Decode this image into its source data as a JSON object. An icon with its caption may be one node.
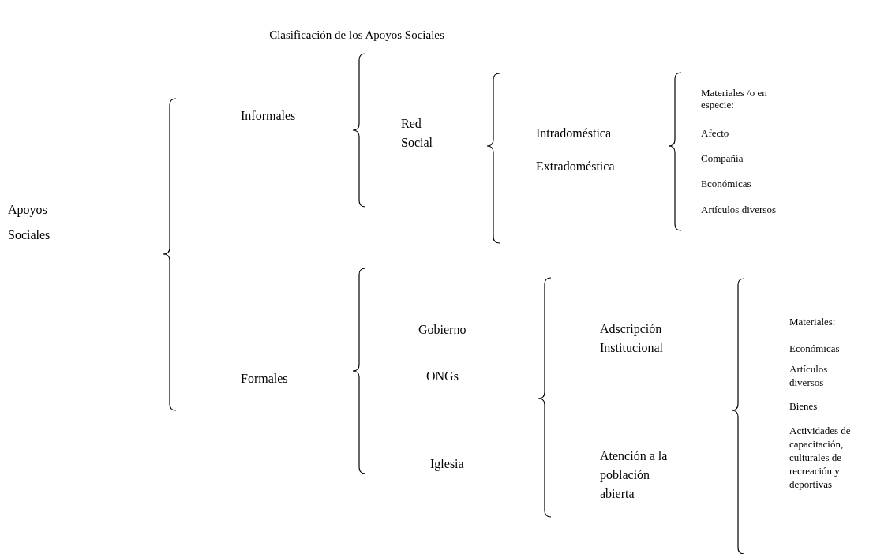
{
  "diagram": {
    "title": "Clasificación de los Apoyos Sociales",
    "labels": [
      "Apoyos Sociales",
      "Informales",
      "Red Social",
      "Intradoméstica",
      "Extradoméstica",
      "Materiales /o en especie:",
      "Afecto",
      "Compañía",
      "Económicas",
      "Artículos diversos",
      "Formales",
      "Gobierno",
      "ONGs",
      "Iglesia",
      "Adscripción Institucional",
      "Atención a la población abierta",
      "Materiales:",
      "Económicas",
      "Artículos diversos",
      "Bienes",
      "Actividades de capacitación, culturales de recreación y deportivas"
    ]
  }
}
